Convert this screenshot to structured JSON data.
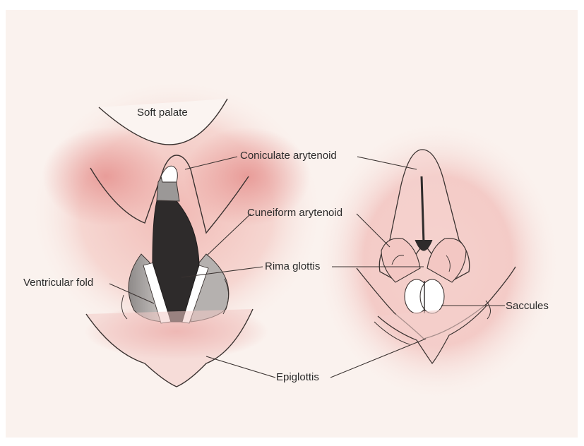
{
  "labels": {
    "soft_palate": "Soft palate",
    "coniculate_arytenoid": "Coniculate arytenoid",
    "cuneiform_arytenoid": "Cuneiform arytenoid",
    "rima_glottis": "Rima glottis",
    "ventricular_fold": "Ventricular fold",
    "saccules": "Saccules",
    "epiglottis": "Epiglottis"
  },
  "colors": {
    "paper": "#faf2ee",
    "tissue_pink": "#eba3a0",
    "glottis_dark": "#2e2b2b",
    "fold_grey": "#a9a6a4",
    "outline": "#3a3230",
    "leader": "#3a3230"
  }
}
